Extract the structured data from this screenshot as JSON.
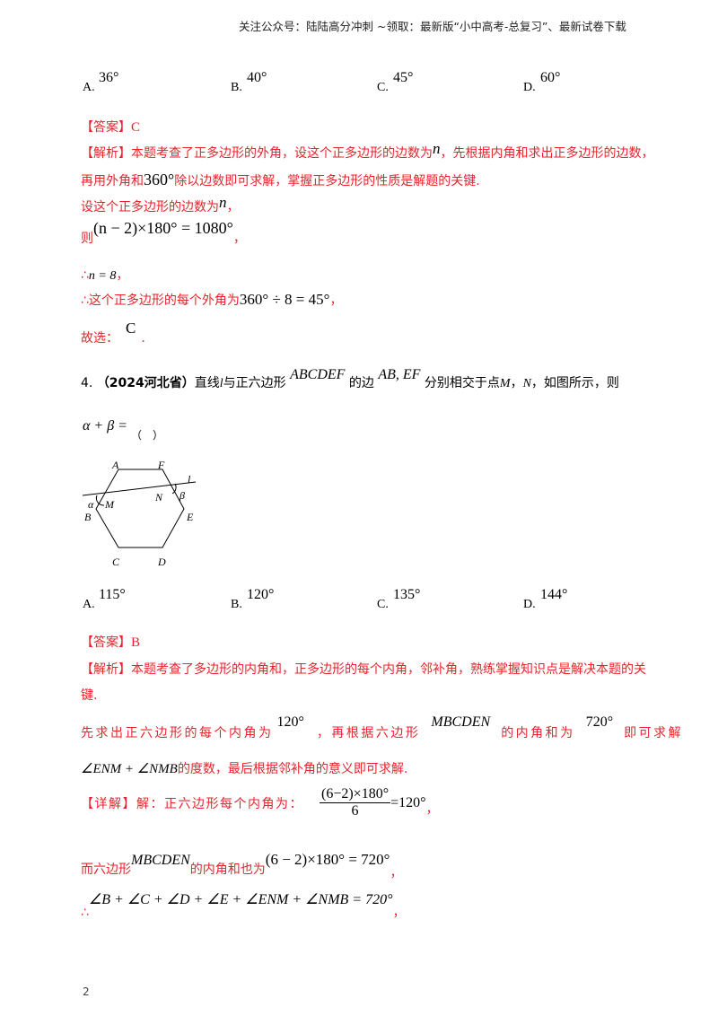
{
  "header": {
    "text": "关注公众号：陆陆高分冲刺  ~领取：最新版“小中高考-总复习”、最新试卷下载"
  },
  "q3": {
    "options": [
      {
        "letter": "A.",
        "value": "36°"
      },
      {
        "letter": "B.",
        "value": "40°"
      },
      {
        "letter": "C.",
        "value": "45°"
      },
      {
        "letter": "D.",
        "value": "60°"
      }
    ],
    "answer_label": "【答案】",
    "answer": "C",
    "analysis_label": "【解析】",
    "analysis_line1a": "本题考查了正多边形的外角，设这个正多边形的边数为",
    "analysis_var_n": "n",
    "analysis_line1b": "，先根据内角和求出正多边形的边数，",
    "analysis_line2a": "再用外角和",
    "analysis_360": "360°",
    "analysis_line2b": "除以边数即可求解，掌握正多边形的性质是解题的关键.",
    "line3a": "设这个正多边形的边数为",
    "line3_n": "n",
    "line3b": "，",
    "line4_ze": "则",
    "line4_eq": "(n − 2)×180° = 1080°",
    "line4_comma": "，",
    "line5_therefore": "∴",
    "line5_eq": "n = 8",
    "line5_comma": "，",
    "line6_text": "∴这个正多边形的每个外角为",
    "line6_eq": "360° ÷ 8 = 45°",
    "line6_comma": "，",
    "line7_label": "故选：",
    "line7_choice": "C",
    "line7_period": "."
  },
  "q4": {
    "number": "4.",
    "source": "（2024河北省）",
    "stem_a": "直线",
    "stem_l": "l",
    "stem_b": "与正六边形",
    "stem_hex": "ABCDEF",
    "stem_c": "的边",
    "stem_sides": "AB, EF",
    "stem_d": "分别相交于点",
    "stem_M": "M",
    "stem_sep": "，",
    "stem_N": "N",
    "stem_e": "，如图所示，则",
    "expr": "α + β =",
    "blank": "（　）",
    "figure": {
      "labels": {
        "A": "A",
        "B": "B",
        "C": "C",
        "D": "D",
        "E": "E",
        "F": "F",
        "M": "M",
        "N": "N",
        "l": "l",
        "alpha": "α",
        "beta": "β"
      }
    },
    "options": [
      {
        "letter": "A.",
        "value": "115°"
      },
      {
        "letter": "B.",
        "value": "120°"
      },
      {
        "letter": "C.",
        "value": "135°"
      },
      {
        "letter": "D.",
        "value": "144°"
      }
    ],
    "answer_label": "【答案】",
    "answer": "B",
    "analysis_label": "【解析】",
    "analysis_line1": "本题考查了多边形的内角和，正多边形的每个内角，邻补角，熟练掌握知识点是解决本题的关",
    "analysis_line2": "键.",
    "analysis_line3a": "先求出正六边形的每个内角为",
    "analysis_120": "120°",
    "analysis_line3b": "，再根据六边形",
    "analysis_mbcden": "MBCDEN",
    "analysis_line3c": "的内角和为",
    "analysis_720": "720°",
    "analysis_line3d": "即可求解",
    "analysis_line4_math": "∠ENM + ∠NMB",
    "analysis_line4_text": "的度数，最后根据邻补角的意义即可求解.",
    "detail_label": "【详解】",
    "detail_text1": "解：正六边形每个内角为：",
    "detail_frac_num": "(6−2)×180°",
    "detail_frac_den": "6",
    "detail_frac_result": "=120°",
    "detail_comma1": "，",
    "detail_text2a": "而六边形",
    "detail_mbcden": "MBCDEN",
    "detail_text2b": "的内角和也为",
    "detail_eq2": "(6 − 2)×180° = 720°",
    "detail_comma2": "，",
    "detail_therefore": "∴",
    "detail_eq3": "∠B + ∠C + ∠D + ∠E + ∠ENM + ∠NMB = 720°",
    "detail_comma3": "，"
  },
  "footer": {
    "page_number": "2"
  }
}
